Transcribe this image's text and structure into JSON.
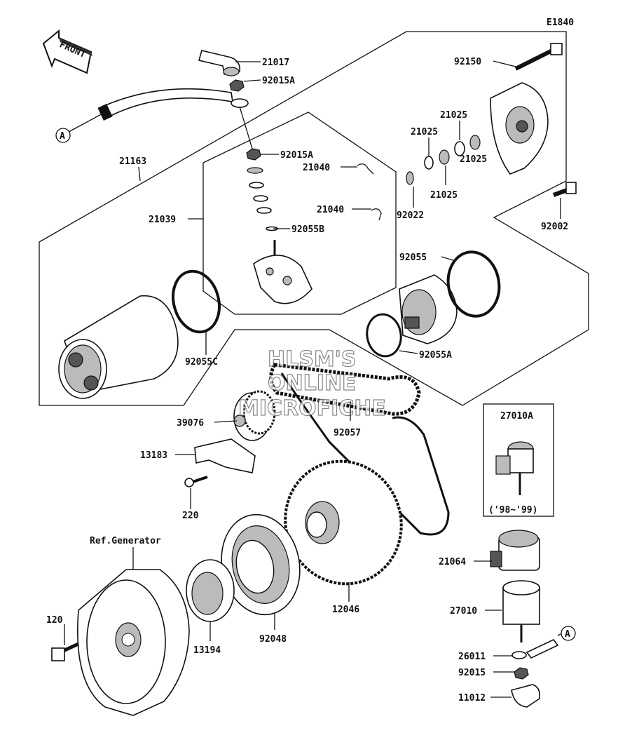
{
  "diagram_code": "E1840",
  "front_arrow_label": "FRONT",
  "connector_marker": "A",
  "watermark": [
    "HLSM'S",
    "ONLINE",
    "MICROFICHE"
  ],
  "labels": {
    "p21017": "21017",
    "p92015A_top": "92015A",
    "p92015A_mid": "92015A",
    "p21040_a": "21040",
    "p21040_b": "21040",
    "p92055B": "92055B",
    "p21163": "21163",
    "p21039": "21039",
    "p92055C": "92055C",
    "p92150": "92150",
    "p21025_a": "21025",
    "p21025_b": "21025",
    "p21025_c": "21025",
    "p21025_d": "21025",
    "p92022": "92022",
    "p92002": "92002",
    "p92055": "92055",
    "p92055A": "92055A",
    "p92057": "92057",
    "p39076": "39076",
    "p13183": "13183",
    "p220": "220",
    "p27010A": "27010A",
    "years": "('98~'99)",
    "ref_generator": "Ref.Generator",
    "p120": "120",
    "p13194": "13194",
    "p92048": "92048",
    "p12046": "12046",
    "p21064": "21064",
    "p27010": "27010",
    "p26011": "26011",
    "p92015": "92015",
    "p11012": "11012"
  }
}
